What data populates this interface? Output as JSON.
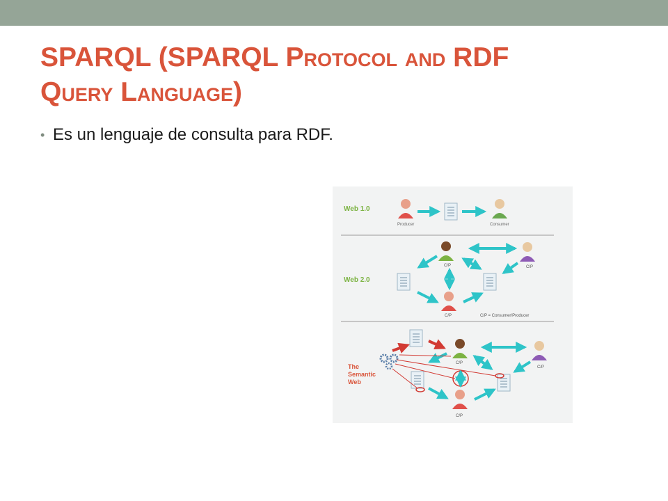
{
  "slide": {
    "title_line1_a": "SPARQL (SPARQL P",
    "title_line1_b": "rotocol and",
    "title_line1_c": " RDF",
    "title_line2_a": "Q",
    "title_line2_b": "uery",
    "title_line2_c": " L",
    "title_line2_d": "anguage",
    "title_line2_e": ")",
    "bullet": "Es un lenguaje de consulta para RDF."
  },
  "diagram": {
    "web1_label": "Web 1.0",
    "producer_label": "Producer",
    "consumer_label": "Consumer",
    "web2_label": "Web 2.0",
    "cp_label": "C/P",
    "cp_legend": "C/P = Consumer/Producer",
    "semantic_label_1": "The",
    "semantic_label_2": "Semantic",
    "semantic_label_3": "Web"
  },
  "colors": {
    "title": "#d9543a",
    "top_bar": "#95a597",
    "arrow_teal": "#2ec4c8",
    "arrow_red": "#d23a33",
    "label_green": "#7cb342"
  }
}
